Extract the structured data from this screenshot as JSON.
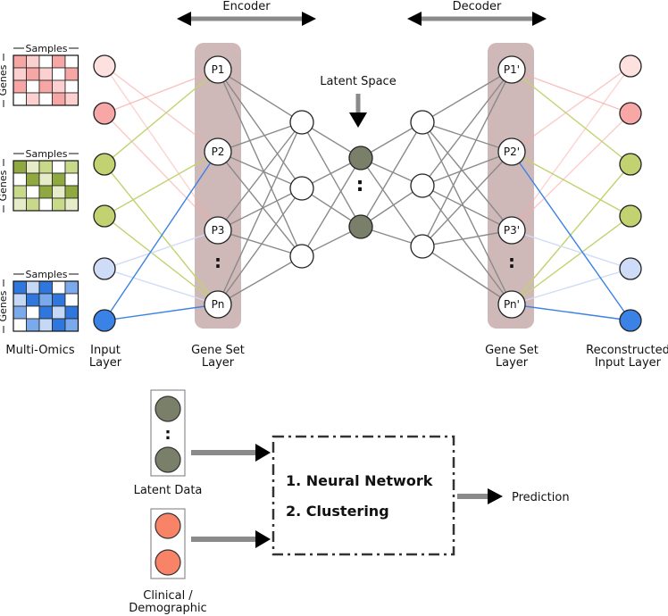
{
  "header": {
    "encoder_label": "Encoder",
    "decoder_label": "Decoder",
    "latent_space_label": "Latent Space"
  },
  "omics": {
    "samples_label": "Samples",
    "genes_label": "Genes",
    "caption": "Multi-Omics",
    "matrices": [
      {
        "name": "pink",
        "palette": [
          "#ffffff",
          "#fbd0cf",
          "#f6a6a4"
        ],
        "grid": [
          [
            2,
            1,
            0,
            2,
            0
          ],
          [
            1,
            2,
            1,
            0,
            2
          ],
          [
            2,
            0,
            2,
            1,
            0
          ],
          [
            0,
            1,
            0,
            2,
            1
          ]
        ]
      },
      {
        "name": "green",
        "palette": [
          "#ffffff",
          "#e6ecc8",
          "#c9d98a",
          "#8fa840"
        ],
        "grid": [
          [
            3,
            1,
            2,
            0,
            2
          ],
          [
            0,
            3,
            1,
            3,
            0
          ],
          [
            2,
            0,
            3,
            1,
            3
          ],
          [
            1,
            2,
            0,
            2,
            1
          ]
        ]
      },
      {
        "name": "blue",
        "palette": [
          "#ffffff",
          "#c5d8f5",
          "#7aa9ec",
          "#2f76dd"
        ],
        "grid": [
          [
            3,
            1,
            3,
            0,
            2
          ],
          [
            1,
            3,
            2,
            3,
            0
          ],
          [
            2,
            0,
            3,
            1,
            3
          ],
          [
            0,
            2,
            1,
            3,
            2
          ]
        ]
      }
    ]
  },
  "layers": {
    "input_caption": "Input\nLayer",
    "geneset_caption": "Gene Set\nLayer",
    "decoder_geneset_caption": "Gene Set\nLayer",
    "recon_caption": "Reconstructed\nInput Layer",
    "encoder_nodes": [
      "P1",
      "P2",
      "P3",
      "Pn"
    ],
    "decoder_nodes": [
      "P1'",
      "P2'",
      "P3'",
      "Pn'"
    ],
    "ellipsis": ":"
  },
  "colors": {
    "pink_light": "#fde1df",
    "pink_dark": "#f7a8a6",
    "green": "#c2d270",
    "blue_light": "#cfdcf7",
    "blue_dark": "#3b82e6",
    "latent_node": "#7a7f6a",
    "clinical_node": "#f88366",
    "band": "#cfb8b8",
    "gray_line": "#8a8a8a"
  },
  "bottom": {
    "latent_data_label": "Latent Data",
    "clinical_label": "Clinical /\nDemographic",
    "box_items": [
      "1. Neural Network",
      "2. Clustering"
    ],
    "prediction_label": "Prediction"
  }
}
